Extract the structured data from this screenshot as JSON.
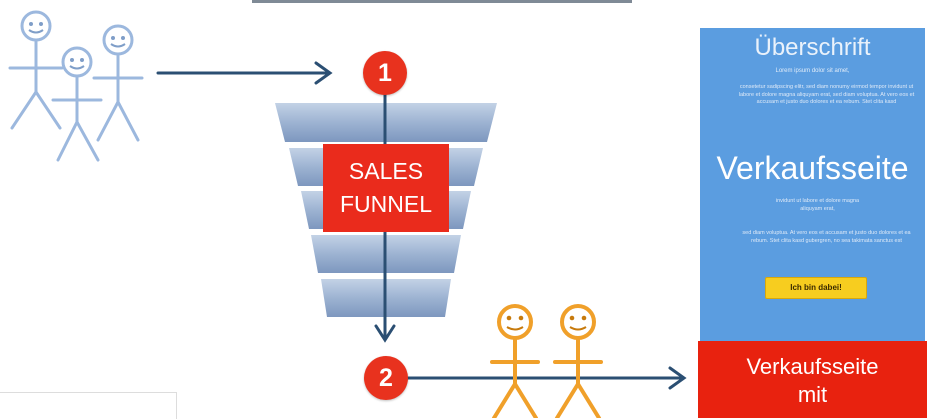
{
  "funnel": {
    "label_line1": "SALES",
    "label_line2": "FUNNEL"
  },
  "steps": {
    "step1": "1",
    "step2": "2"
  },
  "sales_page": {
    "title": "Überschrift",
    "subtitle": "Lorem ipsum dolor sit amet,",
    "text_block_1": "consetetur sadipscing elitr, sed diam nonumy eirmod tempor invidunt ut labore et dolore magna aliquyam erat, sed diam voluptua. At vero eos et accusam et justo duo dolores et ea rebum. Stet clita kasd",
    "headline": "Verkaufsseite",
    "text_block_2": "invidunt ut labore et dolore magna aliquyam erat,",
    "text_block_3": "sed diam voluptua. At vero eos et accusam et justo duo dolores et ea rebum. Stet clita kasd gubergren, no sea takimata sanctus est",
    "cta_label": "Ich bin dabei!"
  },
  "bottom_page": {
    "line1": "Verkaufsseite",
    "line2": "mit"
  },
  "colors": {
    "accent_red": "#e8321e",
    "visitor_blue": "#9cb8de",
    "buyer_orange": "#f0a02a",
    "arrow": "#2b4f73",
    "page_blue": "#5b9de0"
  }
}
